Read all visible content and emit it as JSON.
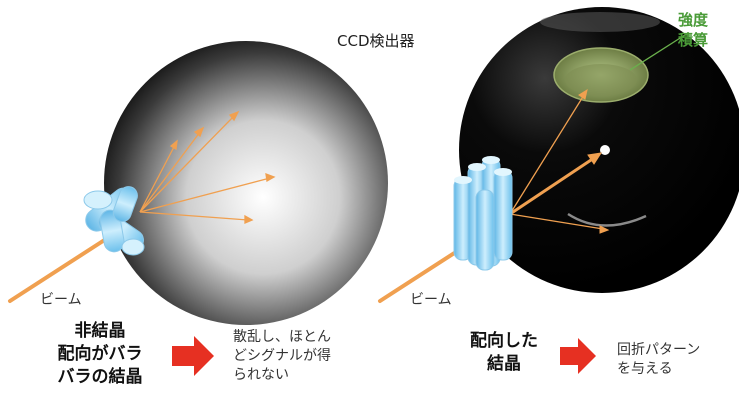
{
  "labels": {
    "detector": "CCD検出器",
    "beam_left": "ビーム",
    "beam_right": "ビーム",
    "condition_left": "非結晶\n配向がバラ\nバラの結晶",
    "result_left": "散乱し、ほとん\nどシグナルが得\nられない",
    "condition_right": "配向した\n結晶",
    "result_right": "回折パターン\nを与える",
    "intensity": "強度\n積算"
  },
  "colors": {
    "beam": "#f0a050",
    "highlight_arrow": "#e63022",
    "intensity_label": "#4a9b38",
    "crystal": "#8fd3f4"
  }
}
